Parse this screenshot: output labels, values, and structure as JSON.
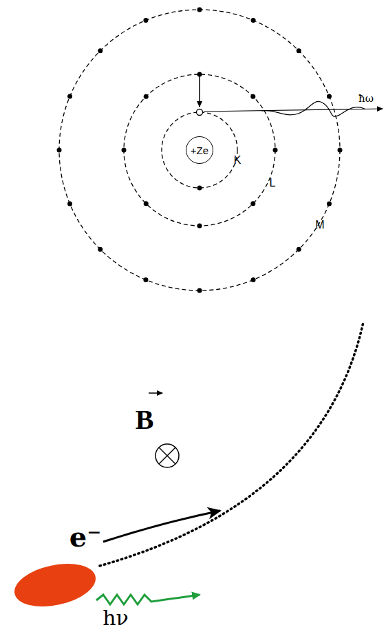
{
  "diagram": {
    "nodes": [
      {
        "text": [
          "+Ze"
        ]
      }
    ],
    "labels": [
      "K",
      "L",
      "M",
      "ħω",
      "B",
      "e⁻",
      "hν"
    ]
  }
}
